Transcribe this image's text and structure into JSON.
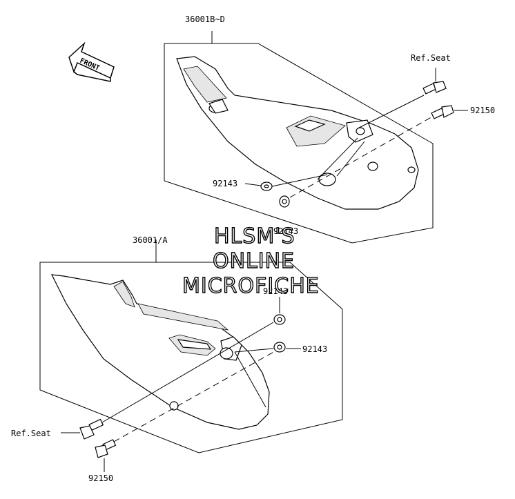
{
  "labels": {
    "top_assembly": "36001B~D",
    "bottom_assembly": "36001/A",
    "ref_seat_top": "Ref.Seat",
    "bolt_top": "92150",
    "washer_top_left": "92143",
    "washer_top_center": "92143",
    "washer_bottom_top": "92143",
    "washer_bottom_right": "92143",
    "ref_seat_bottom": "Ref.Seat",
    "bolt_bottom": "92150",
    "front_arrow": "FRONT"
  },
  "watermark": {
    "line1": "HLSM'S",
    "line2": "ONLINE",
    "line3": "MICROFICHE"
  }
}
